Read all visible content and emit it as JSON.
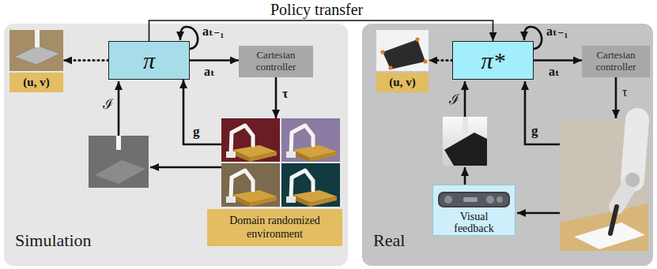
{
  "diagram": {
    "nodes": [
      {
        "text": [
          "Simulation"
        ]
      },
      {
        "text": [
          "π"
        ],
        "in": 0
      },
      {
        "text": [
          "(u, v)"
        ],
        "in": 0
      },
      {
        "text": [
          "Cartesian controller"
        ],
        "in": 0
      },
      {
        "text": [
          "Domain randomized environment"
        ],
        "in": 0
      },
      {
        "text": [
          "Real"
        ]
      },
      {
        "text": [
          "π*"
        ],
        "in": 5
      },
      {
        "text": [
          "(u, v)"
        ],
        "in": 5
      },
      {
        "text": [
          "Cartesian controller"
        ],
        "in": 5
      },
      {
        "text": [
          "Visual feedback"
        ],
        "in": 5
      }
    ],
    "edges": [
      {
        "from": 1,
        "to": 6,
        "arrow": "to",
        "label": "Policy transfer"
      },
      {
        "from": 1,
        "to": 3,
        "arrow": "to",
        "label": "aₜ"
      },
      {
        "from": 1,
        "to": 2,
        "arrow": "to"
      },
      {
        "from": 3,
        "to": 4,
        "arrow": "to",
        "label": "τ"
      },
      {
        "from": 4,
        "to": 1,
        "arrow": "to",
        "label": "g"
      },
      {
        "from": 6,
        "to": 8,
        "arrow": "to",
        "label": "aₜ"
      },
      {
        "from": 6,
        "to": 7,
        "arrow": "to"
      }
    ],
    "labels": [
      "aₜ₋₁",
      "ℐ",
      "aₜ₋₁",
      "ℐ",
      "τ",
      "g"
    ]
  }
}
